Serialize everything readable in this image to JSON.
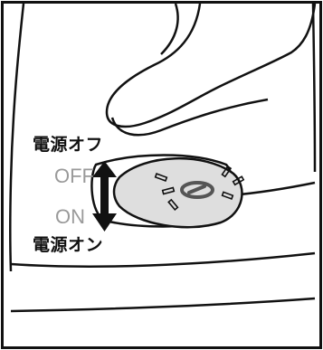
{
  "labels": {
    "power_off_jp": "電源オフ",
    "off": "OFF",
    "on": "ON",
    "power_on_jp": "電源オン"
  },
  "colors": {
    "line": "#111111",
    "accent": "#9a9a9a",
    "dial_fill": "#dedede",
    "arrow": "#111111",
    "background": "#ffffff"
  },
  "icons": {
    "direction": "double-arrow-vertical-icon",
    "dial": "power-dial-icon"
  }
}
